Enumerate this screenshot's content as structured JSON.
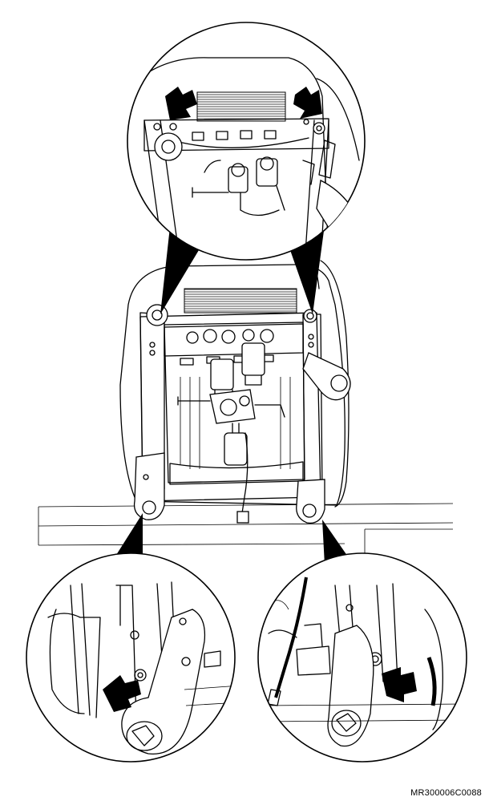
{
  "figure": {
    "reference_code": "MR300006C0088",
    "detail_views": [
      "top-detail",
      "bottom-left-detail",
      "bottom-right-detail"
    ]
  }
}
